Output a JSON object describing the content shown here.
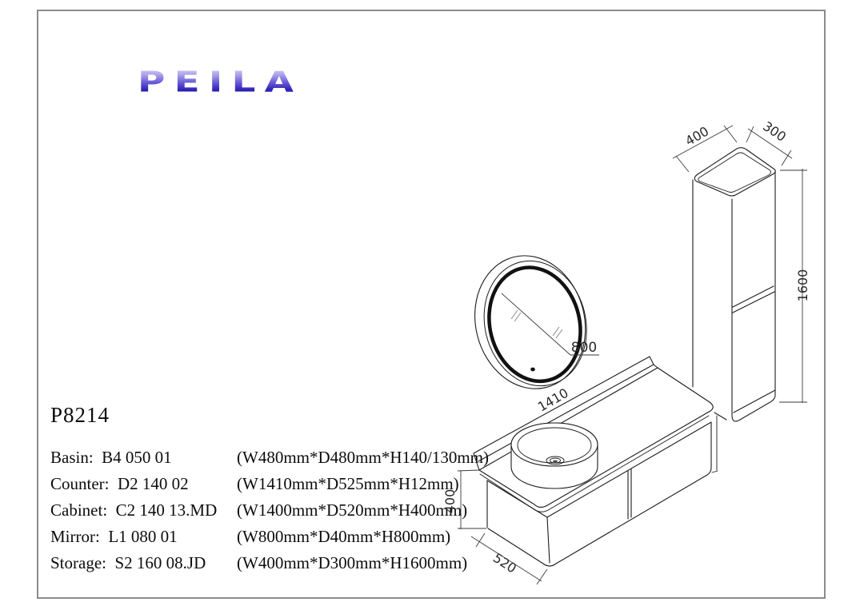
{
  "brand": {
    "logo_text": "PEILA"
  },
  "product": {
    "model": "P8214",
    "specs": [
      {
        "item": "Basin:  B4 050 01",
        "size": "(W480mm*D480mm*H140/130mm)"
      },
      {
        "item": "Counter:  D2 140 02",
        "size": "(W1410mm*D525mm*H12mm)"
      },
      {
        "item": "Cabinet:  C2 140 13.MD",
        "size": "(W1400mm*D520mm*H400mm)"
      },
      {
        "item": "Mirror:  L1 080 01",
        "size": "(W800mm*D40mm*H800mm)"
      },
      {
        "item": "Storage:  S2 160 08.JD",
        "size": "(W400mm*D300mm*H1600mm)"
      }
    ]
  },
  "drawing": {
    "dims": {
      "storage_width": "400",
      "storage_depth": "300",
      "storage_height": "1600",
      "mirror_diameter": "800",
      "counter_width": "1410",
      "cabinet_height": "400",
      "cabinet_depth": "520"
    }
  },
  "colors": {
    "line": "#1c1c1c",
    "dim_line": "#3a3a3a",
    "led_ring": "#111111",
    "border": "#8c8c8c",
    "logo_top": "#dcd8f6",
    "logo_bottom": "#241a96"
  }
}
